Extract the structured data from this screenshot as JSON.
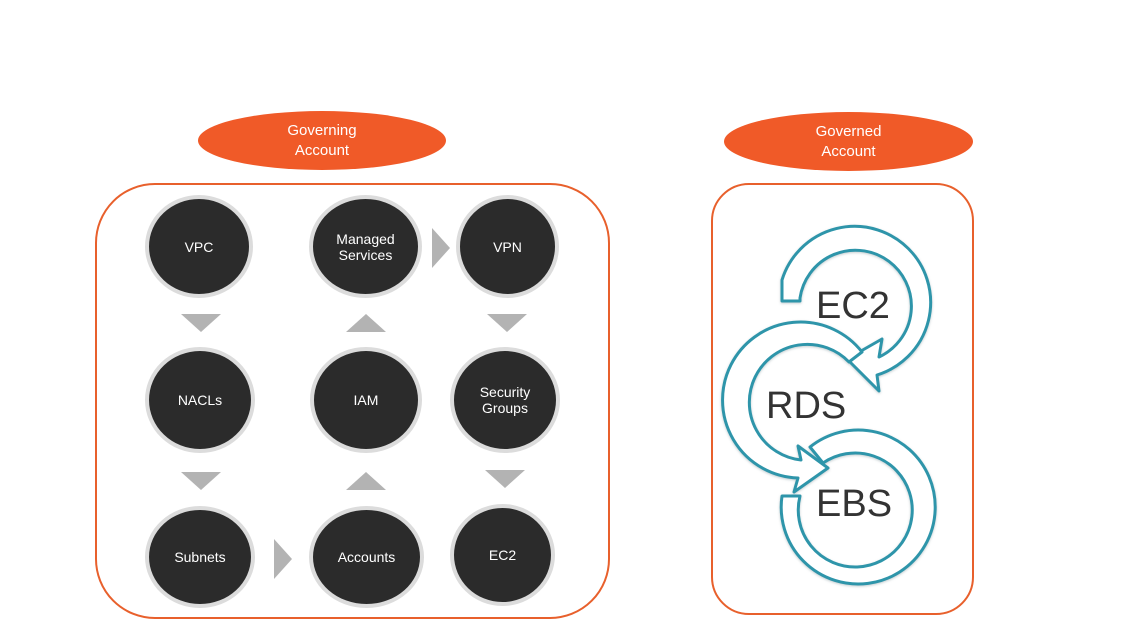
{
  "governing": {
    "title_line1": "Governing",
    "title_line2": "Account",
    "nodes": {
      "vpc": "VPC",
      "managed_line1": "Managed",
      "managed_line2": "Services",
      "vpn": "VPN",
      "nacls": "NACLs",
      "iam": "IAM",
      "security_line1": "Security",
      "security_line2": "Groups",
      "subnets": "Subnets",
      "accounts": "Accounts",
      "ec2": "EC2"
    }
  },
  "governed": {
    "title_line1": "Governed",
    "title_line2": "Account",
    "cycle": {
      "ec2": "EC2",
      "rds": "RDS",
      "ebs": "EBS"
    }
  },
  "colors": {
    "accent": "#f05a28",
    "node_fill": "#2b2b2b",
    "arrow": "#b3b3b3",
    "cycle_stroke": "#2e95aa"
  }
}
